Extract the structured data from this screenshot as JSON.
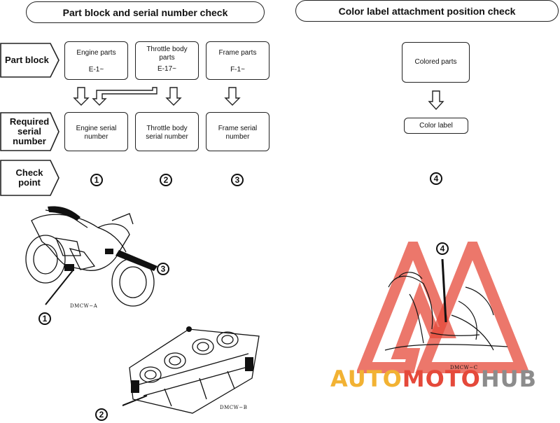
{
  "left_title": "Part block and serial number check",
  "right_title": "Color label attachment position check",
  "row_labels": {
    "part_block": "Part block",
    "required_1": "Required",
    "required_2": "serial",
    "required_3": "number",
    "check_1": "Check",
    "check_2": "point"
  },
  "part_blocks": [
    {
      "line1": "Engine parts",
      "line2": "",
      "code": "E-1~"
    },
    {
      "line1": "Throttle body",
      "line2": "parts",
      "code": "E-17~"
    },
    {
      "line1": "Frame parts",
      "line2": "",
      "code": "F-1~"
    }
  ],
  "serials": [
    {
      "line1": "Engine serial",
      "line2": "number"
    },
    {
      "line1": "Throttle body",
      "line2": "serial number"
    },
    {
      "line1": "Frame serial",
      "line2": "number"
    }
  ],
  "check_points": [
    "1",
    "2",
    "3"
  ],
  "colored_parts": "Colored parts",
  "color_label": "Color label",
  "color_check_point": "4",
  "illustrations": {
    "motorcycle_code": "DMCW−A",
    "throttle_code": "DMCW−B",
    "label_code": "DMCW−C",
    "callout_1": "1",
    "callout_2": "2",
    "callout_3": "3",
    "callout_4": "4"
  },
  "watermark": {
    "part1": "AUTO",
    "part2": "MOTO",
    "part3": "HUB",
    "color_yellow": "#f2b233",
    "color_red": "#e5493a",
    "color_gray": "#8c8c8c"
  }
}
